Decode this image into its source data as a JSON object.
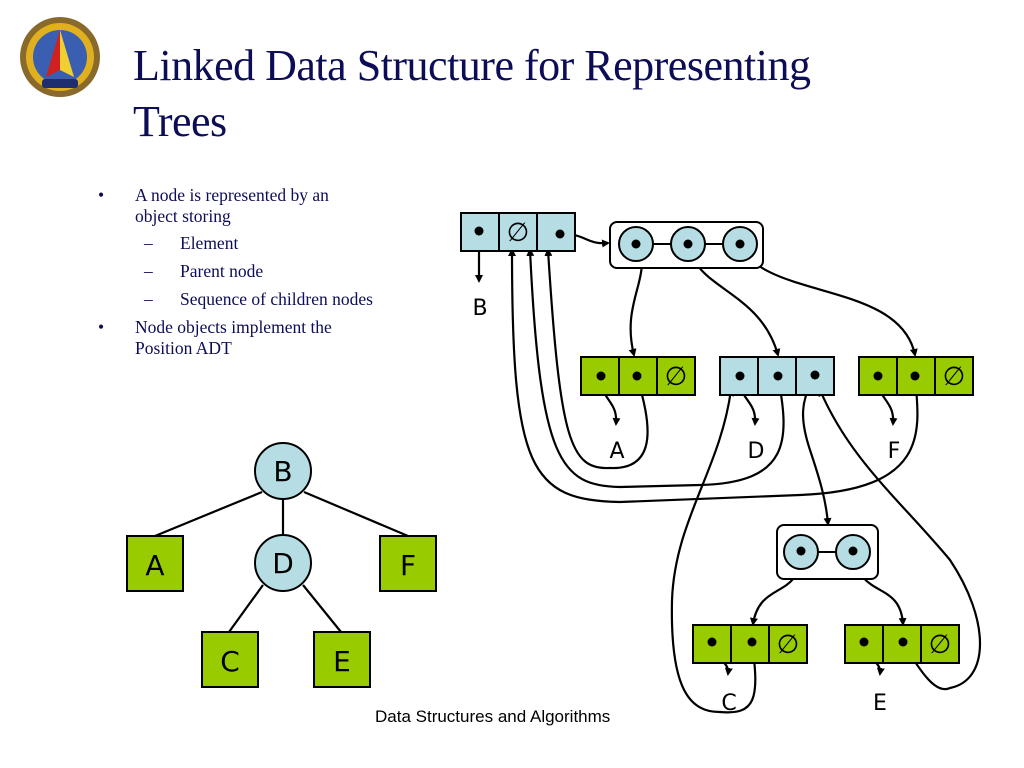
{
  "slide": {
    "title": "Linked Data Structure for Representing Trees",
    "title_line1": "Linked Data Structure for Representing",
    "title_line2": "Trees",
    "logo": "institute-emblem",
    "bullets": [
      {
        "text_line1": "A node is represented by an",
        "text_line2": "object storing",
        "sub": [
          "Element",
          "Parent node",
          "Sequence of children nodes"
        ]
      },
      {
        "text_line1": "Node objects implement the",
        "text_line2": "Position ADT",
        "sub": []
      }
    ],
    "bullet_glyph": "•",
    "dash_glyph": "–",
    "footer": "Data Structures and Algorithms"
  },
  "tree": {
    "internal_nodes": [
      "B",
      "D"
    ],
    "leaf_nodes": [
      "A",
      "F",
      "C",
      "E"
    ],
    "edges": [
      [
        "B",
        "A"
      ],
      [
        "B",
        "D"
      ],
      [
        "B",
        "F"
      ],
      [
        "D",
        "C"
      ],
      [
        "D",
        "E"
      ]
    ]
  },
  "linked": {
    "null_symbol": "∅",
    "labels": {
      "B": "B",
      "A": "A",
      "D": "D",
      "F": "F",
      "C": "C",
      "E": "E"
    }
  },
  "colors": {
    "title": "#0d0d57",
    "internal_fill": "#b5dde3",
    "leaf_fill": "#99cc00",
    "stroke": "#000000"
  }
}
